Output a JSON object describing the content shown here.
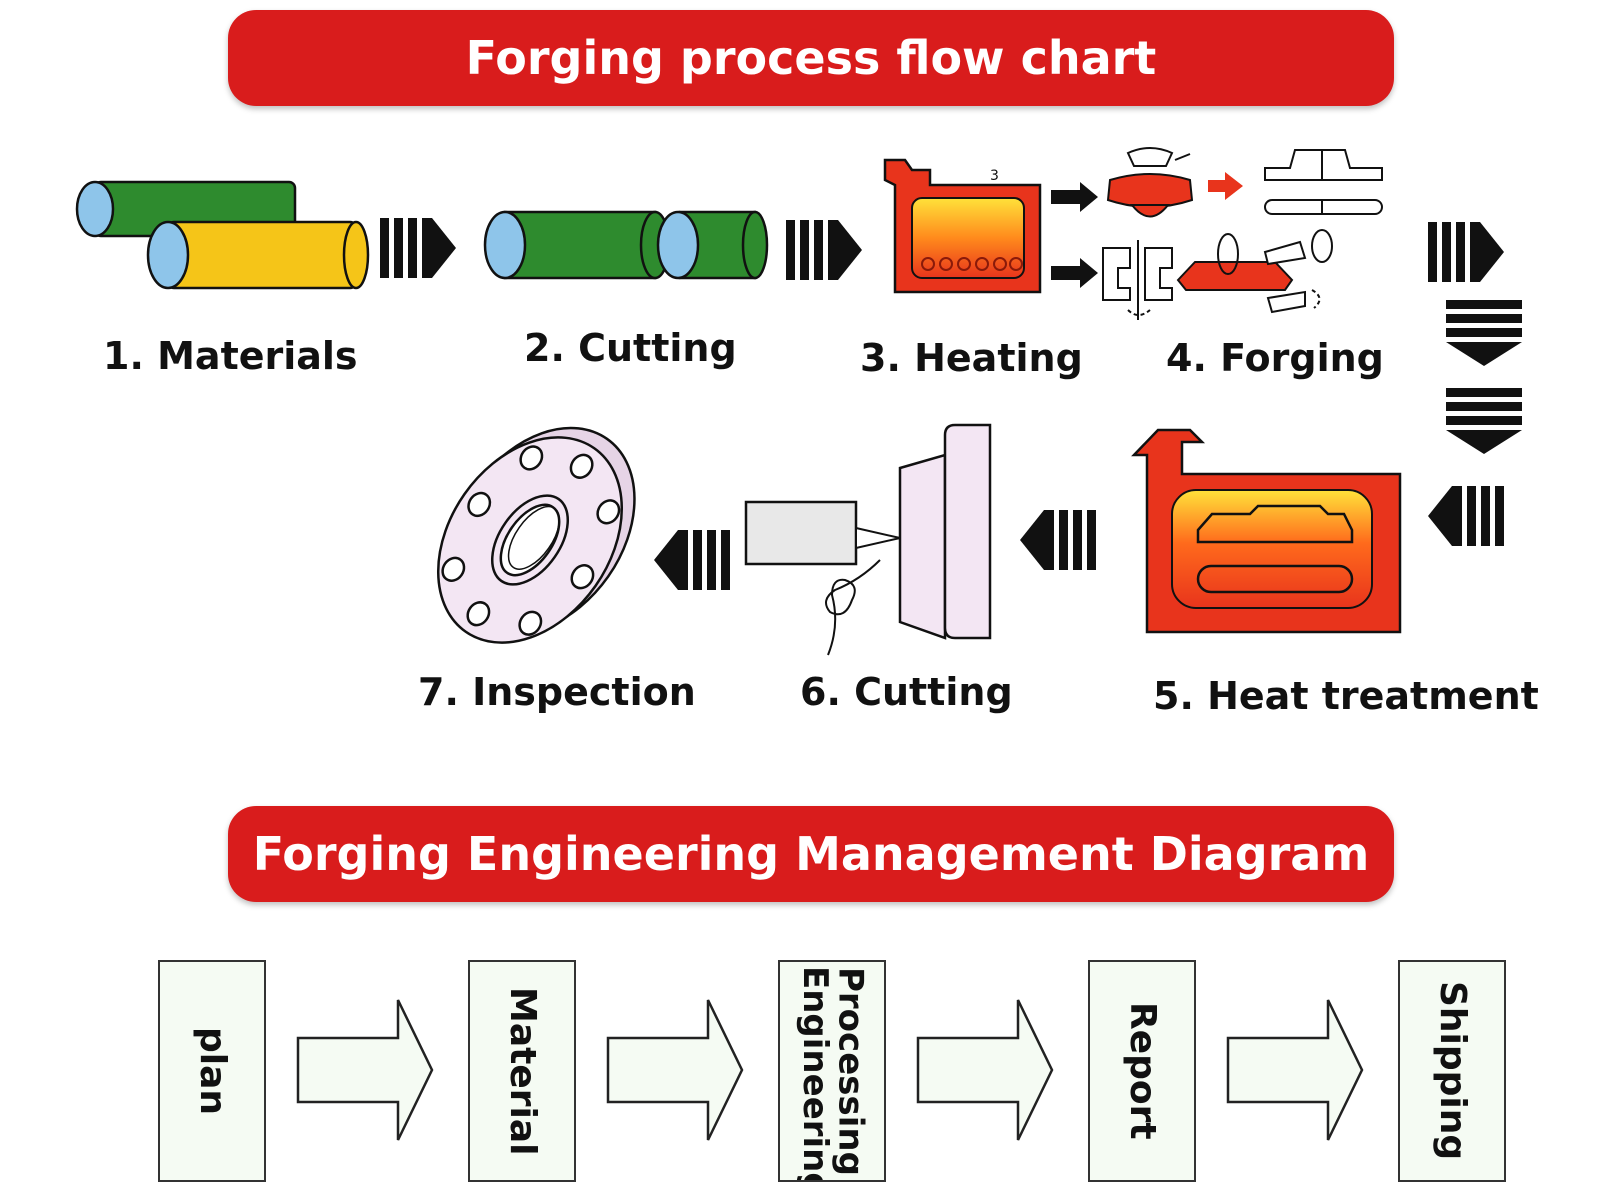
{
  "banners": {
    "top": "Forging process flow chart",
    "bottom": "Forging Engineering Management Diagram"
  },
  "process_steps": [
    {
      "label": "1. Materials"
    },
    {
      "label": "2. Cutting"
    },
    {
      "label": "3. Heating"
    },
    {
      "label": "4. Forging"
    },
    {
      "label": "5. Heat treatment"
    },
    {
      "label": "6. Cutting"
    },
    {
      "label": "7. Inspection"
    }
  ],
  "heating_marker": "3",
  "management_steps": [
    {
      "label": "plan"
    },
    {
      "label": "Material"
    },
    {
      "label": "Processing Engineering"
    },
    {
      "label": "Report"
    },
    {
      "label": "Shipping"
    }
  ],
  "colors": {
    "banner_red": "#d91c1c",
    "bar_green": "#2e8b2e",
    "bar_yellow": "#f5c518",
    "bar_end_blue": "#8ec5ea",
    "furnace_red": "#e8341c",
    "part_pink": "#f3e6f3",
    "box_fill": "#f5fbf3"
  }
}
